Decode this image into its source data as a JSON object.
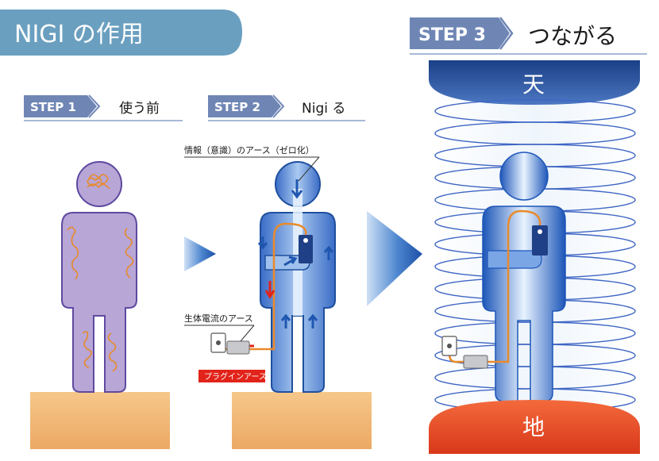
{
  "header": {
    "title": "NIGI の作用"
  },
  "steps": [
    {
      "badge": "STEP 1",
      "title": "使う前"
    },
    {
      "badge": "STEP 2",
      "title": "Nigi る"
    },
    {
      "badge": "STEP 3",
      "title": "つながる"
    }
  ],
  "annotations": {
    "info_earth": "情報（意識）のアース（ゼロ化）",
    "bio_earth": "生体電流のアース",
    "plugin_earth": "プラグインアース",
    "heaven": "天",
    "earth": "地"
  },
  "colors": {
    "header_bg": "#6a9fc0",
    "badge_bg": "#6f86b5",
    "figure1_fill": "#b8a6d6",
    "figure_blue": "#4f7fd0",
    "arrow_blue": "#1f57b0",
    "ground": "#f1b571",
    "heaven_dome": "#15367a",
    "earth_dome": "#e84a25",
    "accent_red": "#e2231a"
  }
}
